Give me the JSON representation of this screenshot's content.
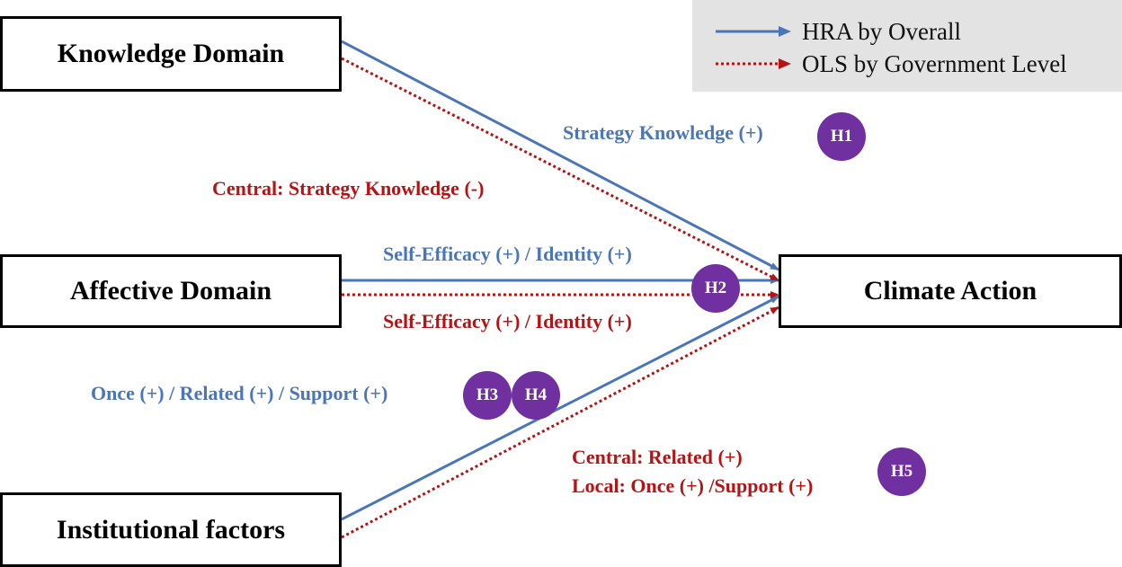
{
  "boxes": {
    "knowledge": "Knowledge Domain",
    "affective": "Affective Domain",
    "institutional": "Institutional factors",
    "climate": "Climate Action"
  },
  "legend": {
    "hra": "HRA by Overall",
    "ols": "OLS by Government Level"
  },
  "labels": {
    "strategy_knowledge_hra": "Strategy Knowledge (+)",
    "strategy_knowledge_ols": "Central: Strategy Knowledge (-)",
    "self_efficacy_hra": "Self-Efficacy (+) / Identity (+)",
    "self_efficacy_ols": "Self-Efficacy (+) / Identity (+)",
    "institutional_hra": "Once (+) / Related (+) / Support (+)",
    "institutional_ols_central": "Central: Related (+)",
    "institutional_ols_local": "Local: Once (+) /Support (+)"
  },
  "hypotheses": {
    "h1": "H1",
    "h2": "H2",
    "h3": "H3",
    "h4": "H4",
    "h5": "H5"
  },
  "colors": {
    "hra": "#4a76b8",
    "ols": "#b41414",
    "badge": "#7030a0"
  }
}
